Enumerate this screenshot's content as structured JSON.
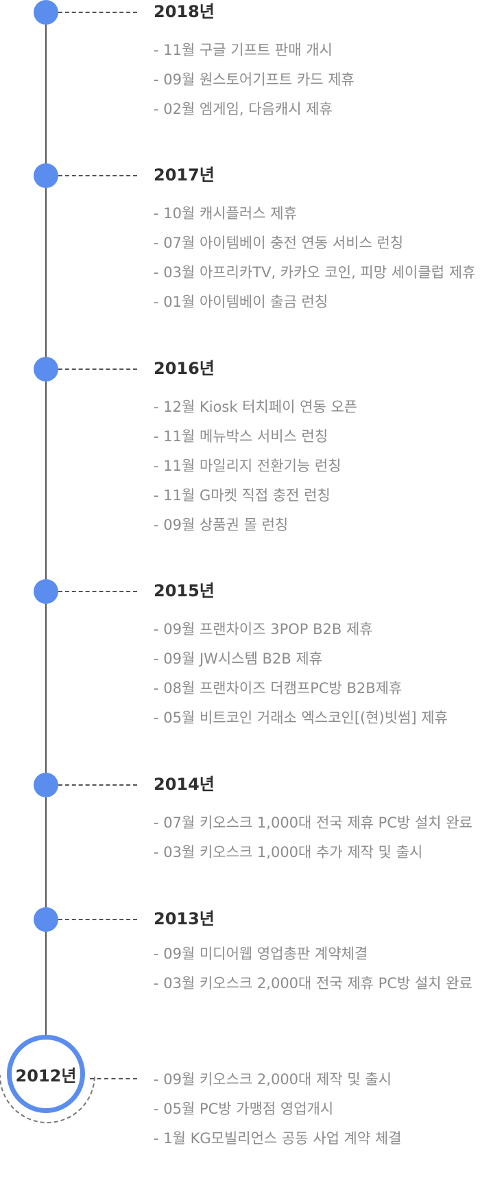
{
  "sections": [
    {
      "year": "2018년",
      "items": [
        "- 11월 구글 기프트 판매 개시",
        "- 09월 원스토어기프트 카드 제휴",
        "- 02월 엠게임, 다음캐시 제휴"
      ]
    },
    {
      "year": "2017년",
      "items": [
        "- 10월 캐시플러스 제휴",
        "- 07월 아이템베이 충전 연동 서비스 런칭",
        "- 03월 아프리카TV, 카카오 코인, 피망 세이클럽 제휴",
        "- 01월 아이템베이 출금 런칭"
      ]
    },
    {
      "year": "2016년",
      "items": [
        "- 12월 Kiosk 터치페이 연동 오픈",
        "- 11월 메뉴박스 서비스 런칭",
        "- 11월 마일리지 전환기능 런칭",
        "- 11월 G마켓 직접 충전 런칭",
        "- 09월 상품권 몰 런칭"
      ]
    },
    {
      "year": "2015년",
      "items": [
        "- 09월 프랜차이즈 3POP B2B 제휴",
        "- 09월 JW시스템 B2B 제휴",
        "- 08월 프랜차이즈 더캠프PC방 B2B제휴",
        "- 05월 비트코인 거래소 엑스코인[(현)빗썸] 제휴"
      ]
    },
    {
      "year": "2014년",
      "items": [
        "- 07월 키오스크 1,000대 전국 제휴 PC방 설치 완료",
        "- 03월 키오스크 1,000대 추가 제작 및 출시"
      ]
    },
    {
      "year": "2013년",
      "items": [
        "- 09월 미디어웹 영업총판 계약체결",
        "- 03월 키오스크 2,000대 전국 제휴 PC방 설치 완료"
      ]
    },
    {
      "year": "2012년",
      "items": [
        "- 09월 키오스크 2,000대 제작 및 출시",
        "- 05월 PC방 가맹점 영업개시",
        "- 1월 KG모빌리언스 공동 사업 계약 체결"
      ]
    }
  ]
}
